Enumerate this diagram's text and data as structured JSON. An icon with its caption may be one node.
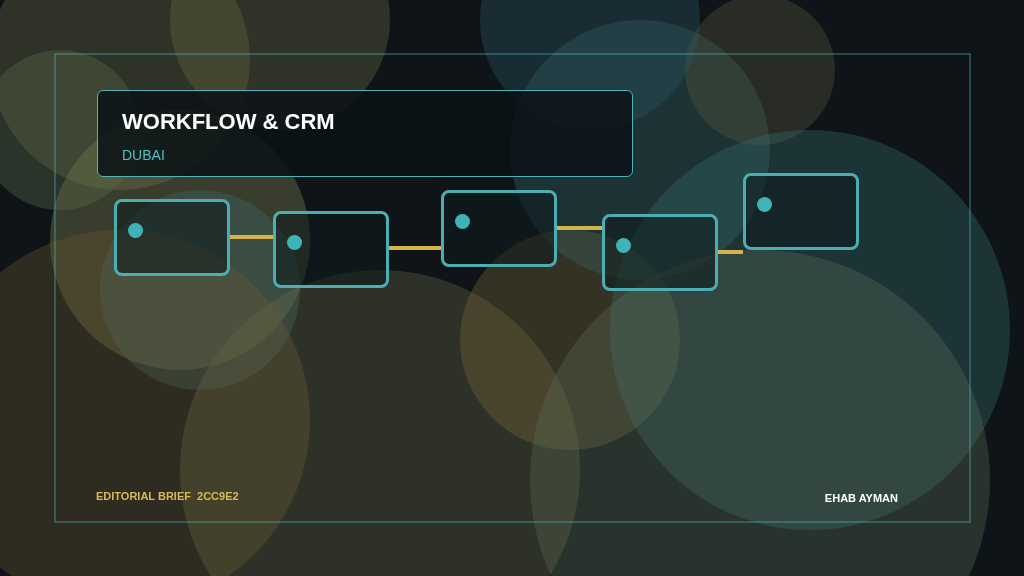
{
  "diagram": {
    "nodes": [
      {
        "text": [
          "WORKFLOW & CRM",
          "DUBAI"
        ]
      },
      {
        "text": [],
        "shape": "box"
      },
      {
        "text": [],
        "shape": "box"
      },
      {
        "text": [],
        "shape": "box"
      },
      {
        "text": [],
        "shape": "box"
      },
      {
        "text": [],
        "shape": "box"
      }
    ],
    "edges": [
      {
        "from": 1,
        "to": 2,
        "arrow": "none"
      },
      {
        "from": 2,
        "to": 3,
        "arrow": "none"
      },
      {
        "from": 3,
        "to": 4,
        "arrow": "none"
      },
      {
        "from": 4,
        "to": 5,
        "arrow": "none"
      }
    ],
    "labels": [
      "EDITORIAL BRIEF  2CC9E2",
      "EHAB AYMAN"
    ]
  }
}
